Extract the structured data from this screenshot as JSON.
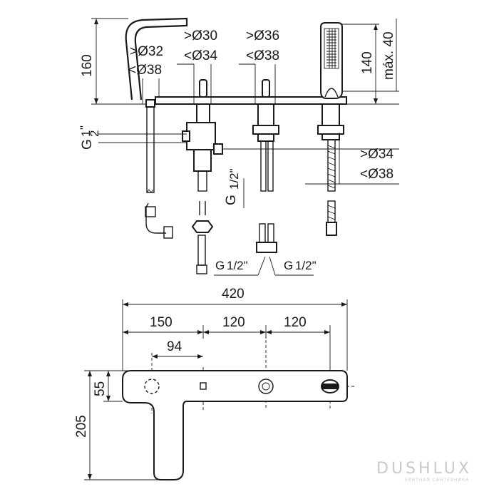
{
  "side_view": {
    "height_160": "160",
    "height_140": "140",
    "max_40": "máx. 40",
    "spout_dia_min": ">Ø32",
    "spout_dia_max": "<Ø38",
    "valve1_dia_min": ">Ø30",
    "valve1_dia_max": "<Ø34",
    "valve2_dia_min": ">Ø36",
    "valve2_dia_max": "<Ø38",
    "shower_dia_min": ">Ø34",
    "shower_dia_max": "<Ø38",
    "thread_left_g": "G",
    "thread_left_frac_num": "1",
    "thread_left_frac_den": "2",
    "thread_left_inch": "\"",
    "thread_mid_g": "G",
    "thread_mid_frac": "1/2\"",
    "thread_bottom_left_g": "G",
    "thread_bottom_left_frac": "1/2\"",
    "thread_bottom_right_g": "G",
    "thread_bottom_right_frac": "1/2\""
  },
  "top_view": {
    "total_width": "420",
    "spacing_150": "150",
    "spacing_120_a": "120",
    "spacing_120_b": "120",
    "offset_94": "94",
    "depth_205": "205",
    "depth_55": "55"
  },
  "watermark": {
    "brand": "DUSHLUX",
    "tagline": "ЭЛИТНАЯ САНТЕХНИКА"
  }
}
